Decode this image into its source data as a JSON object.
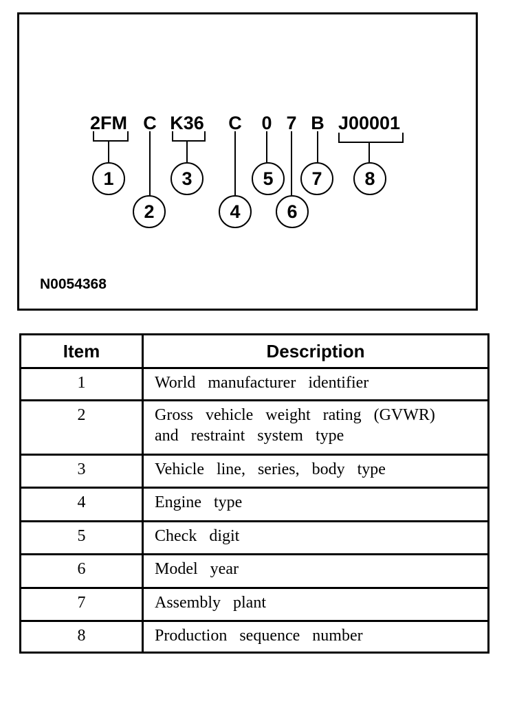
{
  "page": {
    "background": "#ffffff",
    "ink": "#000000"
  },
  "figure": {
    "caption": "N0054368",
    "vin": {
      "segments": [
        {
          "text": "2FM",
          "item": "1"
        },
        {
          "text": "C",
          "item": "2"
        },
        {
          "text": "K36",
          "item": "3"
        },
        {
          "text": "C",
          "item": "4"
        },
        {
          "text": "0",
          "item": "5"
        },
        {
          "text": "7",
          "item": "6"
        },
        {
          "text": "B",
          "item": "7"
        },
        {
          "text": "J00001",
          "item": "8"
        }
      ]
    }
  },
  "table": {
    "headers": {
      "item": "Item",
      "description": "Description"
    },
    "rows": [
      {
        "item": "1",
        "description": "World manufacturer identifier"
      },
      {
        "item": "2",
        "description": "Gross vehicle weight rating (GVWR) and restraint system type"
      },
      {
        "item": "3",
        "description": "Vehicle line, series, body type"
      },
      {
        "item": "4",
        "description": "Engine type"
      },
      {
        "item": "5",
        "description": "Check digit"
      },
      {
        "item": "6",
        "description": "Model year"
      },
      {
        "item": "7",
        "description": "Assembly plant"
      },
      {
        "item": "8",
        "description": "Production sequence number"
      }
    ]
  }
}
